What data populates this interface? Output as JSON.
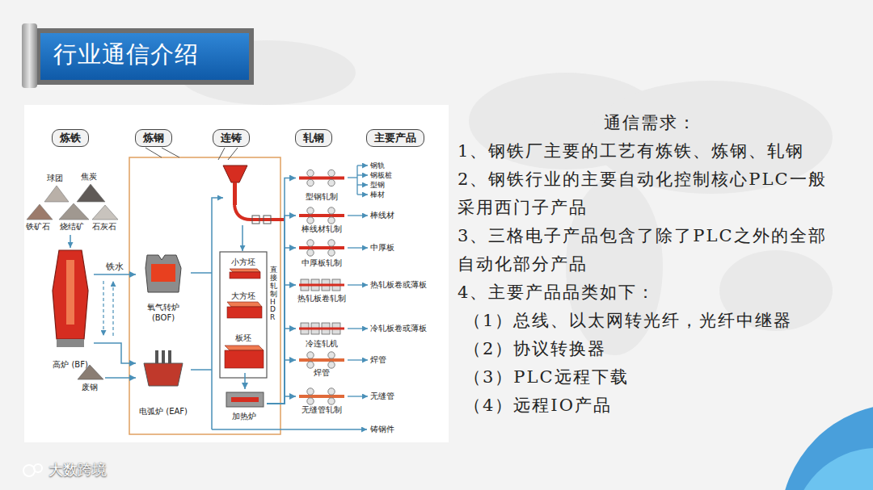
{
  "diagram": {
    "title": "行业通信介绍",
    "nodes": [
      {
        "text": [
          "炼铁"
        ]
      },
      {
        "text": [
          "炼钢"
        ]
      },
      {
        "text": [
          "连铸"
        ]
      },
      {
        "text": [
          "轧钢"
        ]
      },
      {
        "text": [
          "主要产品"
        ]
      },
      {
        "text": [
          "高炉 (BF)"
        ]
      },
      {
        "text": [
          "废钢"
        ]
      },
      {
        "text": [
          "氧气转炉 (BOF)"
        ]
      },
      {
        "text": [
          "电弧炉 (EAF)"
        ]
      },
      {
        "text": [
          "小方坯"
        ]
      },
      {
        "text": [
          "大方坯"
        ]
      },
      {
        "text": [
          "板坯"
        ]
      },
      {
        "text": [
          "加热炉"
        ]
      },
      {
        "text": [
          "型钢轧制"
        ]
      },
      {
        "text": [
          "棒线材轧制"
        ]
      },
      {
        "text": [
          "中厚板轧制"
        ]
      },
      {
        "text": [
          "热轧板卷轧制"
        ]
      },
      {
        "text": [
          "冷连轧机"
        ]
      },
      {
        "text": [
          "焊管"
        ]
      },
      {
        "text": [
          "无缝管轧制"
        ]
      }
    ],
    "edges": [
      {
        "from": 5,
        "to": 7,
        "arrow": "to",
        "label": "铁水"
      },
      {
        "from": 5,
        "to": 8,
        "arrow": "to"
      },
      {
        "from": 6,
        "to": 8,
        "arrow": "to"
      },
      {
        "from": 11,
        "to": 12,
        "arrow": "to"
      },
      {
        "from": 12,
        "to": 13,
        "arrow": "to"
      },
      {
        "from": 12,
        "to": 14,
        "arrow": "to"
      },
      {
        "from": 12,
        "to": 15,
        "arrow": "to"
      },
      {
        "from": 12,
        "to": 16,
        "arrow": "to"
      },
      {
        "from": 12,
        "to": 17,
        "arrow": "to"
      },
      {
        "from": 12,
        "to": 18,
        "arrow": "to"
      },
      {
        "from": 12,
        "to": 19,
        "arrow": "to"
      }
    ],
    "labels": [
      "球团",
      "焦炭",
      "铁矿石",
      "烧结矿",
      "石灰石",
      "直接轧制 HDR",
      "钢轨",
      "钢板桩",
      "型钢",
      "棒材",
      "棒线材",
      "中厚板",
      "热轧板卷或薄板",
      "冷轧板卷或薄板",
      "焊管",
      "无缝管",
      "铸钢件",
      "通信需求：",
      "1、钢铁厂主要的工艺有炼铁、炼钢、轧钢",
      "2、钢铁行业的主要自动化控制核心PLC一般采用西门子产品",
      "3、三格电子产品包含了除了PLC之外的全部自动化部分产品",
      "4、主要产品品类如下：",
      "（1）总线、以太网转光纤，光纤中继器",
      "（2）协议转换器",
      "（3）PLC远程下载",
      "（4）远程IO产品",
      "大数跨境"
    ]
  }
}
